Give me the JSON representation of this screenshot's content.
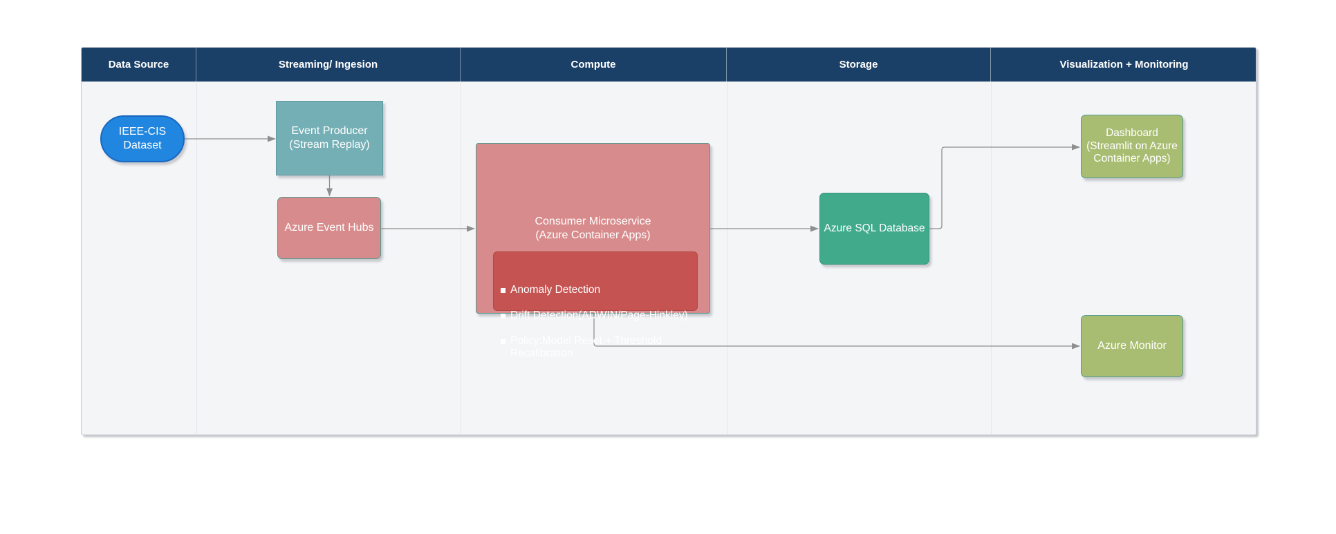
{
  "lanes": [
    {
      "label": "Data Source"
    },
    {
      "label": "Streaming/ Ingesion"
    },
    {
      "label": "Compute"
    },
    {
      "label": "Storage"
    },
    {
      "label": "Visualization + Monitoring"
    }
  ],
  "nodes": {
    "dataset": {
      "label": "IEEE-CIS\nDataset"
    },
    "event_producer": {
      "label": "Event Producer\n(Stream Replay)"
    },
    "event_hubs": {
      "label": "Azure Event Hubs"
    },
    "consumer": {
      "label": "Consumer Microservice\n(Azure Container Apps)",
      "bullets": [
        "Anomaly Detection",
        "Drift Detection(ADWIN/Page-Hinkley)",
        "Policy:Model Reset + Threshold Recalibration"
      ]
    },
    "sql": {
      "label": "Azure SQL Database"
    },
    "dashboard": {
      "label": "Dashboard\n(Streamlit on Azure\nContainer Apps)"
    },
    "monitor": {
      "label": "Azure Monitor"
    }
  },
  "edges": [
    {
      "from": "dataset",
      "to": "event_producer"
    },
    {
      "from": "event_producer",
      "to": "event_hubs"
    },
    {
      "from": "event_hubs",
      "to": "consumer"
    },
    {
      "from": "consumer",
      "to": "sql"
    },
    {
      "from": "sql",
      "to": "dashboard"
    },
    {
      "from": "consumer",
      "to": "monitor"
    }
  ],
  "colors": {
    "header_bg": "#1b4067",
    "body_bg": "#f4f5f7",
    "frame_border": "#c6cbd1",
    "lane_divider": "#e4e6ea",
    "dataset_fill": "#2186e0",
    "dataset_border": "#1a67c0",
    "producer_fill": "#75afb6",
    "producer_border": "#60989f",
    "pink_fill": "#d88b8c",
    "red_fill": "#c55351",
    "teal_border": "#529a90",
    "green_fill": "#40aa8b",
    "green_border": "#389478",
    "olive_fill": "#a9bd72",
    "connector": "#8f8f8f"
  }
}
